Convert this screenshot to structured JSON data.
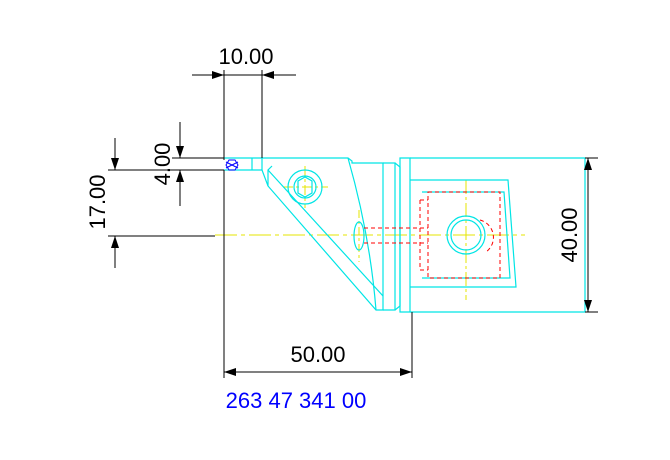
{
  "drawing": {
    "part_number": "263 47 341 00",
    "dimensions": {
      "top_width": "10.00",
      "small_height": "4.00",
      "offset_height": "17.00",
      "length": "50.00",
      "diameter": "40.00"
    },
    "colors": {
      "outline": "#00e5e5",
      "dimension": "#000000",
      "centerline": "#e6e600",
      "hidden": "#ff0000",
      "part_number": "#0000ff",
      "marker": "#0000ff"
    }
  }
}
